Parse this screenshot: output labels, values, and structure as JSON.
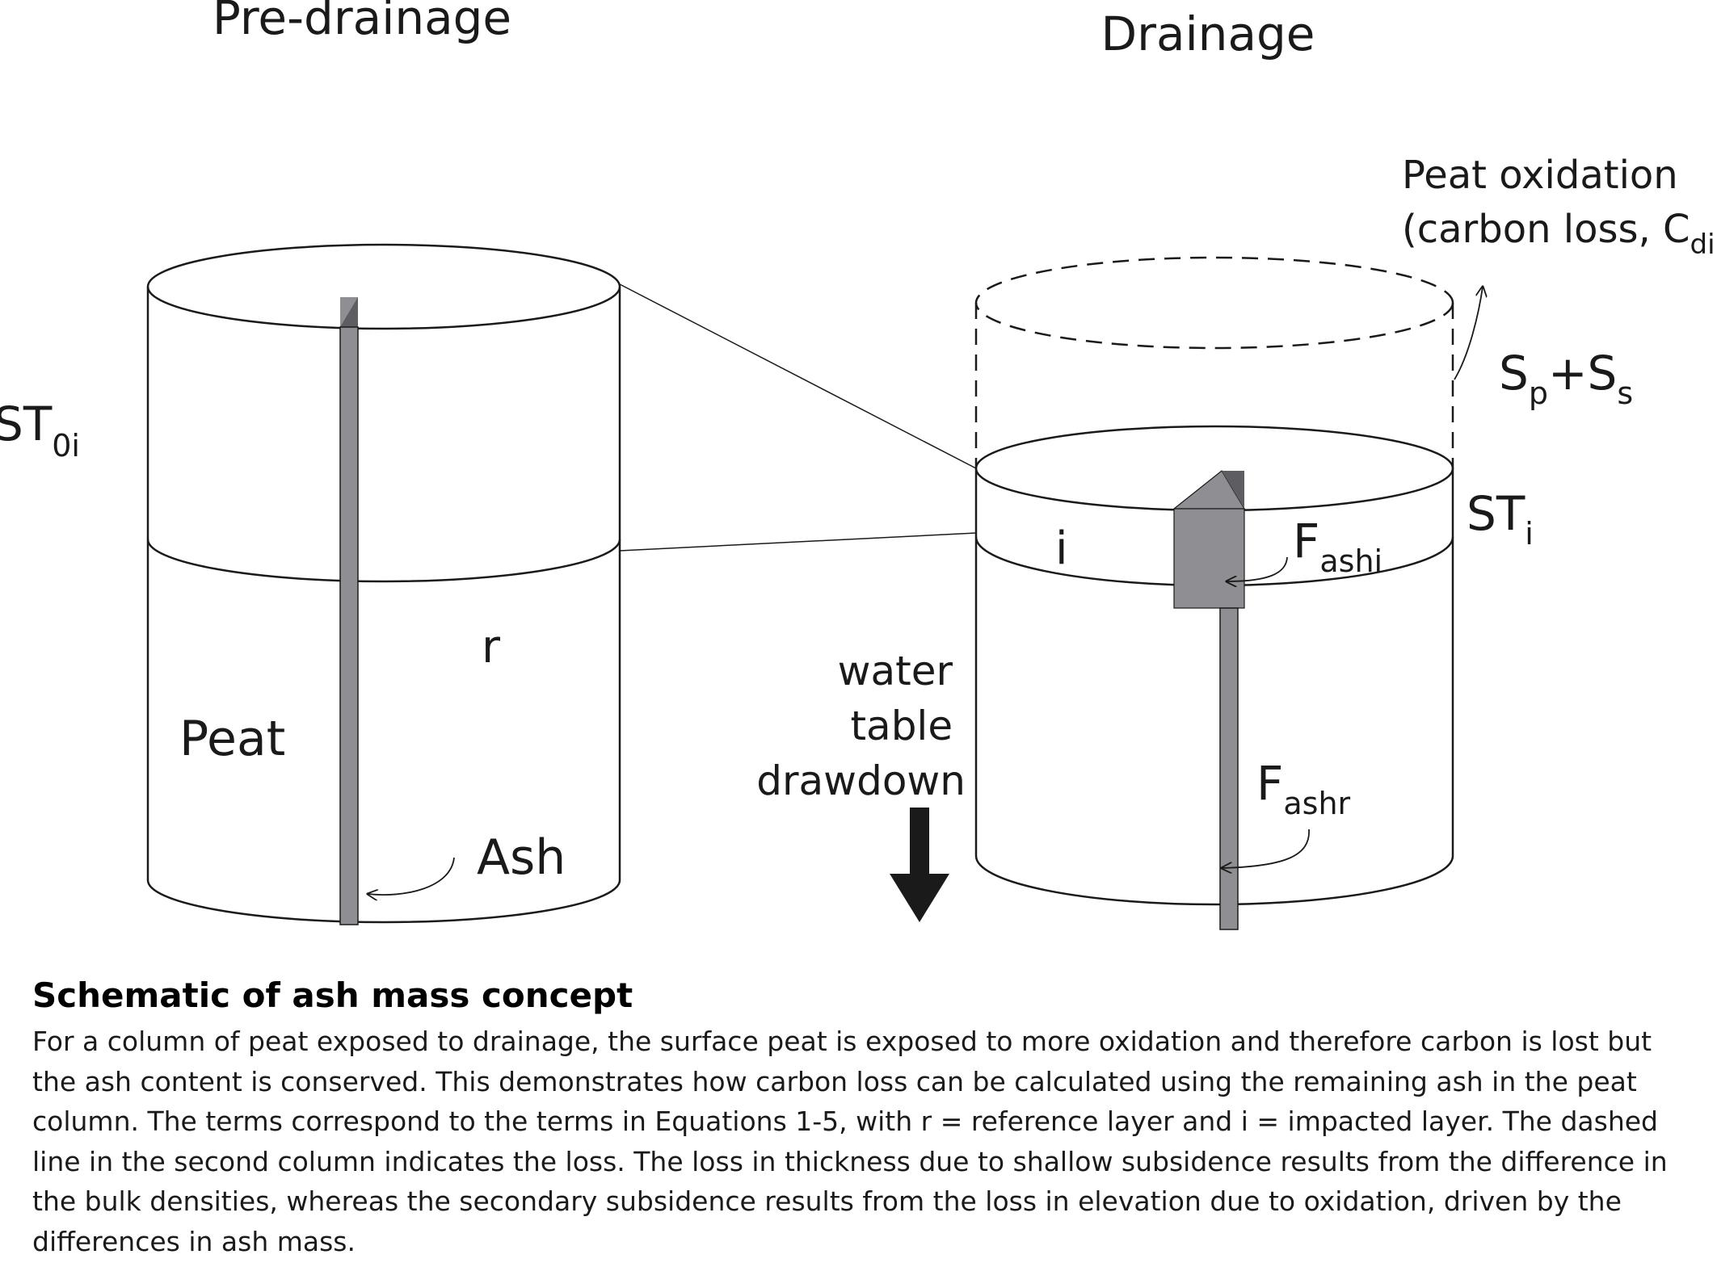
{
  "headings": {
    "left": "Pre-drainage",
    "right": "Drainage"
  },
  "labels": {
    "st0": "ST",
    "st0_sub": "0i",
    "r": "r",
    "peat": "Peat",
    "ash": "Ash",
    "i": "i",
    "sti": "ST",
    "sti_sub": "i",
    "fashi": "F",
    "fashi_sub": "ashi",
    "fashr": "F",
    "fashr_sub": "ashr",
    "water1": "water",
    "water2": "table",
    "water3": "drawdown",
    "oxidation1": "Peat oxidation",
    "oxidation2": "(carbon loss, C",
    "oxidation2_sub": "di",
    "oxidation2_end": ")",
    "sp": "S",
    "sp_sub": "p",
    "plus": "+S",
    "ss_sub": "s"
  },
  "caption": {
    "title": "Schematic of ash mass concept",
    "body": "For a column of peat exposed to drainage, the surface peat is exposed to more oxidation and therefore carbon is lost but the ash content is conserved. This demonstrates how carbon loss can be calculated using the remaining ash in the peat column. The terms correspond to the terms in Equations 1-5, with r = reference layer and i = impacted layer. The dashed line in the second column indicates the loss. The loss in thickness due to shallow subsidence results from the difference in the bulk densities, whereas the secondary subsidence results from the loss in elevation due to oxidation, driven by the differences in ash mass."
  },
  "colors": {
    "ash_fill": "#8f8f93",
    "ash_dark": "#5e5e62",
    "stroke": "#1a1a1a"
  },
  "icons": {
    "drawdown_arrow": "down-arrow-icon"
  }
}
